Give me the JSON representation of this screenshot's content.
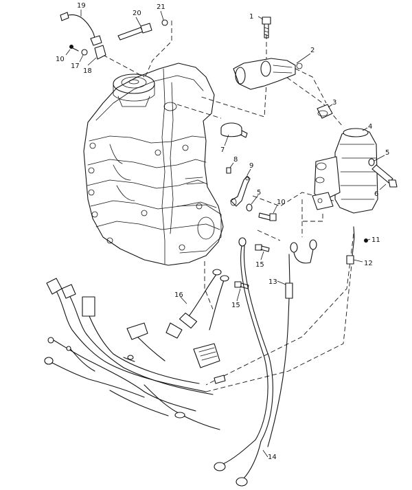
{
  "callouts": [
    {
      "id": "c1",
      "text": "1"
    },
    {
      "id": "c2",
      "text": "2"
    },
    {
      "id": "c3",
      "text": "3"
    },
    {
      "id": "c4",
      "text": "4"
    },
    {
      "id": "c5a",
      "text": "5"
    },
    {
      "id": "c5b",
      "text": "5"
    },
    {
      "id": "c6",
      "text": "6"
    },
    {
      "id": "c7",
      "text": "7"
    },
    {
      "id": "c8",
      "text": "8"
    },
    {
      "id": "c9",
      "text": "9"
    },
    {
      "id": "c10a",
      "text": "10"
    },
    {
      "id": "c10b",
      "text": "10"
    },
    {
      "id": "c11",
      "text": "11"
    },
    {
      "id": "c12",
      "text": "12"
    },
    {
      "id": "c13",
      "text": "13"
    },
    {
      "id": "c14",
      "text": "14"
    },
    {
      "id": "c15a",
      "text": "15"
    },
    {
      "id": "c15b",
      "text": "15"
    },
    {
      "id": "c16",
      "text": "16"
    },
    {
      "id": "c17",
      "text": "17"
    },
    {
      "id": "c18",
      "text": "18"
    },
    {
      "id": "c19",
      "text": "19"
    },
    {
      "id": "c20",
      "text": "20"
    },
    {
      "id": "c21",
      "text": "21"
    }
  ]
}
